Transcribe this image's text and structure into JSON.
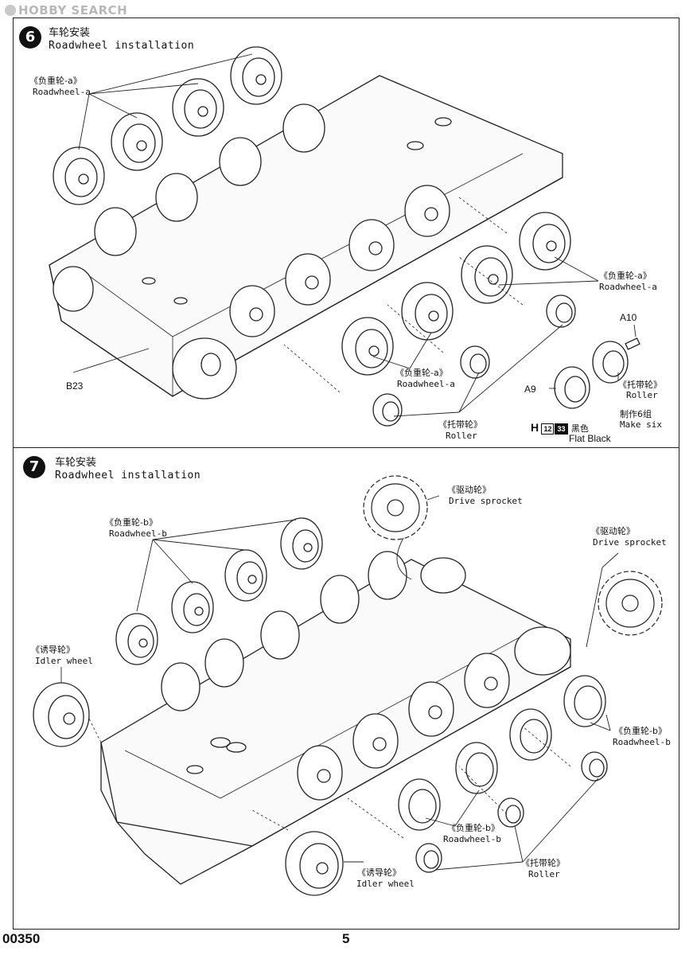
{
  "watermark": "HOBBY SEARCH",
  "footer": {
    "product_code": "00350",
    "page_number": "5"
  },
  "step6": {
    "number": "6",
    "title_cn": "车轮安装",
    "title_en": "Roadwheel installation",
    "labels": {
      "roadwheel_a_top_cn": "《负重轮-a》",
      "roadwheel_a_top_en": "Roadwheel-a",
      "roadwheel_a_right_cn": "《负重轮-a》",
      "roadwheel_a_right_en": "Roadwheel-a",
      "roadwheel_a_mid_cn": "《负重轮-a》",
      "roadwheel_a_mid_en": "Roadwheel-a",
      "roller_cn": "《托带轮》",
      "roller_en": "Roller",
      "roller_detail_cn": "《托带轮》",
      "roller_detail_en": "Roller",
      "make_six_cn": "制作6组",
      "make_six_en": "Make six",
      "b23": "B23",
      "a10": "A10",
      "a9": "A9"
    },
    "paint": {
      "letter": "H",
      "code1": "12",
      "code2": "33",
      "color_cn": "黑色",
      "color_en": "Flat Black"
    }
  },
  "step7": {
    "number": "7",
    "title_cn": "车轮安装",
    "title_en": "Roadwheel installation",
    "labels": {
      "roadwheel_b_top_cn": "《负重轮-b》",
      "roadwheel_b_top_en": "Roadwheel-b",
      "drive_sprocket_1_cn": "《驱动轮》",
      "drive_sprocket_1_en": "Drive sprocket",
      "drive_sprocket_2_cn": "《驱动轮》",
      "drive_sprocket_2_en": "Drive sprocket",
      "idler_left_cn": "《诱导轮》",
      "idler_left_en": "Idler wheel",
      "roadwheel_b_right_cn": "《负重轮-b》",
      "roadwheel_b_right_en": "Roadwheel-b",
      "roadwheel_b_mid_cn": "《负重轮-b》",
      "roadwheel_b_mid_en": "Roadwheel-b",
      "roller_cn": "《托带轮》",
      "roller_en": "Roller",
      "idler_bottom_cn": "《诱导轮》",
      "idler_bottom_en": "Idler wheel"
    }
  }
}
